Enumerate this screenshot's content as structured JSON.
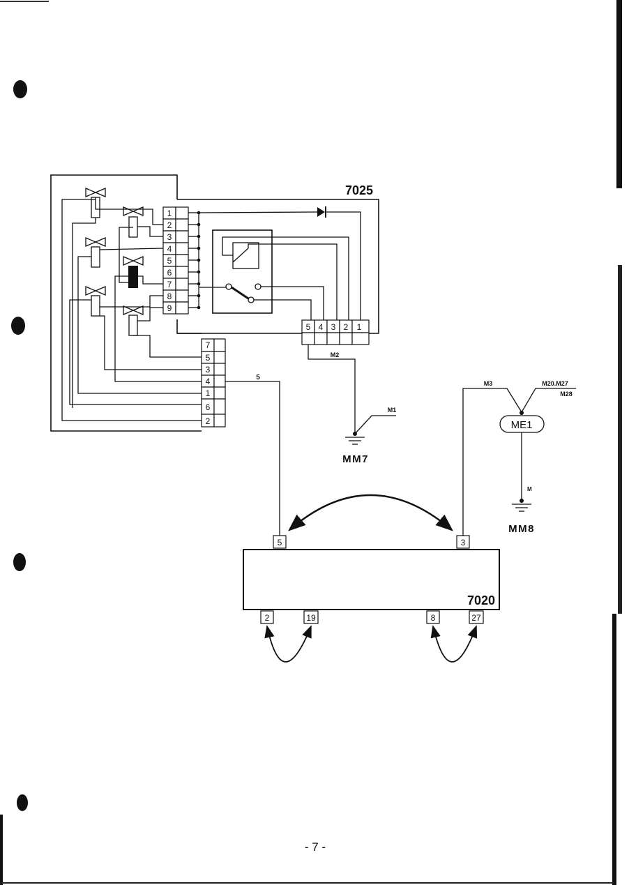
{
  "components": {
    "relay_unit": "7025",
    "control_unit": "7020",
    "ground_node": "ME1"
  },
  "grounds": {
    "left": "MM7",
    "right": "MM8"
  },
  "wire_labels": {
    "m1": "M1",
    "m2": "M2",
    "m3": "M3",
    "m": "M",
    "m20_m27": "M20.M27",
    "m28": "M28",
    "wire_5": "5"
  },
  "connectors": {
    "main_block": [
      "1",
      "2",
      "3",
      "4",
      "5",
      "6",
      "7",
      "8",
      "9"
    ],
    "lower_block": [
      "7",
      "5",
      "3",
      "4",
      "1",
      "6",
      "2"
    ],
    "relay_connector": [
      "5",
      "4",
      "3",
      "2",
      "1"
    ],
    "control_top": [
      "5",
      "3"
    ],
    "control_bottom": [
      "2",
      "19",
      "8",
      "27"
    ]
  },
  "page_number": "- 7 -"
}
